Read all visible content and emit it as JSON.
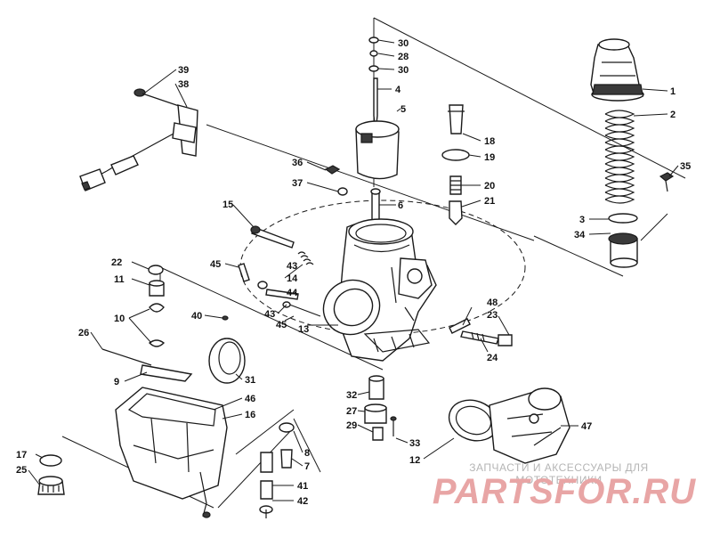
{
  "callouts": [
    {
      "id": "c1",
      "label": "1"
    },
    {
      "id": "c2",
      "label": "2"
    },
    {
      "id": "c3",
      "label": "3"
    },
    {
      "id": "c4",
      "label": "4"
    },
    {
      "id": "c5",
      "label": "5"
    },
    {
      "id": "c6",
      "label": "6"
    },
    {
      "id": "c7",
      "label": "7"
    },
    {
      "id": "c8",
      "label": "8"
    },
    {
      "id": "c9",
      "label": "9"
    },
    {
      "id": "c10",
      "label": "10"
    },
    {
      "id": "c11",
      "label": "11"
    },
    {
      "id": "c12",
      "label": "12"
    },
    {
      "id": "c13",
      "label": "13"
    },
    {
      "id": "c14",
      "label": "14"
    },
    {
      "id": "c15",
      "label": "15"
    },
    {
      "id": "c16",
      "label": "16"
    },
    {
      "id": "c17",
      "label": "17"
    },
    {
      "id": "c18",
      "label": "18"
    },
    {
      "id": "c19",
      "label": "19"
    },
    {
      "id": "c20",
      "label": "20"
    },
    {
      "id": "c21",
      "label": "21"
    },
    {
      "id": "c22",
      "label": "22"
    },
    {
      "id": "c23",
      "label": "23"
    },
    {
      "id": "c24",
      "label": "24"
    },
    {
      "id": "c25",
      "label": "25"
    },
    {
      "id": "c26",
      "label": "26"
    },
    {
      "id": "c27",
      "label": "27"
    },
    {
      "id": "c28",
      "label": "28"
    },
    {
      "id": "c29",
      "label": "29"
    },
    {
      "id": "c30a",
      "label": "30"
    },
    {
      "id": "c30b",
      "label": "30"
    },
    {
      "id": "c31",
      "label": "31"
    },
    {
      "id": "c32",
      "label": "32"
    },
    {
      "id": "c33",
      "label": "33"
    },
    {
      "id": "c34",
      "label": "34"
    },
    {
      "id": "c35",
      "label": "35"
    },
    {
      "id": "c36",
      "label": "36"
    },
    {
      "id": "c37",
      "label": "37"
    },
    {
      "id": "c38",
      "label": "38"
    },
    {
      "id": "c39",
      "label": "39"
    },
    {
      "id": "c40",
      "label": "40"
    },
    {
      "id": "c41",
      "label": "41"
    },
    {
      "id": "c42",
      "label": "42"
    },
    {
      "id": "c43a",
      "label": "43"
    },
    {
      "id": "c43b",
      "label": "43"
    },
    {
      "id": "c44",
      "label": "44"
    },
    {
      "id": "c45a",
      "label": "45"
    },
    {
      "id": "c45b",
      "label": "45"
    },
    {
      "id": "c46",
      "label": "46"
    },
    {
      "id": "c47",
      "label": "47"
    },
    {
      "id": "c48",
      "label": "48"
    }
  ],
  "watermark": {
    "tagline": "ЗАПЧАСТИ И АКСЕССУАРЫ ДЛЯ МОТОТЕХНИКИ",
    "logo": "PARTSFOR.RU",
    "color": "#e8a5a5"
  },
  "colors": {
    "line": "#1a1a1a",
    "background": "#ffffff"
  }
}
